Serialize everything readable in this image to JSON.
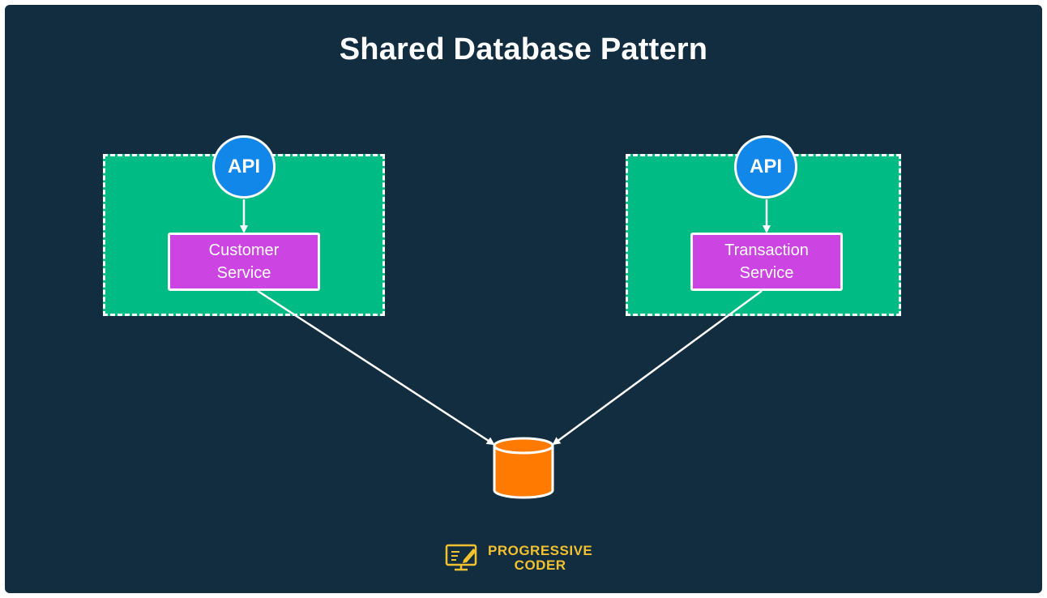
{
  "title": "Shared Database Pattern",
  "left_zone": {
    "api_label": "API",
    "service_label": "Customer Service"
  },
  "right_zone": {
    "api_label": "API",
    "service_label": "Transaction Service"
  },
  "logo": {
    "line1": "PROGRESSIVE",
    "line2": "CODER"
  },
  "colors": {
    "background": "#122d40",
    "zone": "#00bb84",
    "api": "#1187e9",
    "service": "#cc44e2",
    "database": "#ff7a00",
    "logo": "#f2c12e"
  },
  "icons": {
    "api_node": "circle",
    "database": "database-cylinder-icon",
    "logo": "monitor-pencil-icon"
  }
}
